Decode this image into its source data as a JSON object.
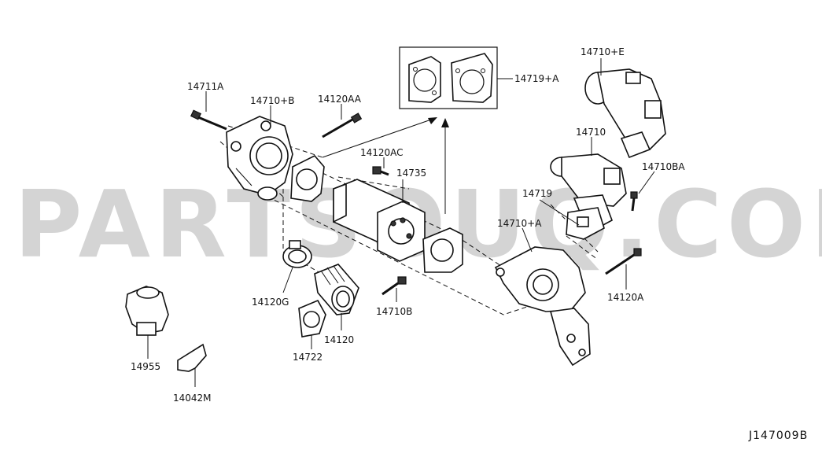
{
  "diagram": {
    "watermark": "PARTSOUQ.COM",
    "diagram_code": "J147009B",
    "labels": {
      "p14711A": "14711A",
      "p14710B_plus": "14710+B",
      "p14120AA": "14120AA",
      "p14719A": "14719+A",
      "p14710E": "14710+E",
      "p14710": "14710",
      "p14120AC": "14120AC",
      "p14735": "14735",
      "p14710BA": "14710BA",
      "p14719": "14719",
      "p14710A": "14710+A",
      "p14120G": "14120G",
      "p14710B": "14710B",
      "p14120": "14120",
      "p14722": "14722",
      "p14120A": "14120A",
      "p14955": "14955",
      "p14042M": "14042M"
    }
  }
}
